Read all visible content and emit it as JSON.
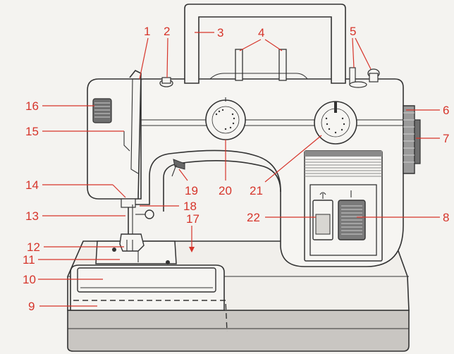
{
  "colors": {
    "callout": "#d6342a",
    "outline": "#333333",
    "body": "#f6f5f2",
    "panel_dark": "#8a8a8a",
    "base_band": "#c9c6c2"
  },
  "callouts": [
    {
      "id": "1",
      "label": "1"
    },
    {
      "id": "2",
      "label": "2"
    },
    {
      "id": "3",
      "label": "3"
    },
    {
      "id": "4",
      "label": "4"
    },
    {
      "id": "5",
      "label": "5"
    },
    {
      "id": "6",
      "label": "6"
    },
    {
      "id": "7",
      "label": "7"
    },
    {
      "id": "8",
      "label": "8"
    },
    {
      "id": "9",
      "label": "9"
    },
    {
      "id": "10",
      "label": "10"
    },
    {
      "id": "11",
      "label": "11"
    },
    {
      "id": "12",
      "label": "12"
    },
    {
      "id": "13",
      "label": "13"
    },
    {
      "id": "14",
      "label": "14"
    },
    {
      "id": "15",
      "label": "15"
    },
    {
      "id": "16",
      "label": "16"
    },
    {
      "id": "17",
      "label": "17"
    },
    {
      "id": "18",
      "label": "18"
    },
    {
      "id": "19",
      "label": "19"
    },
    {
      "id": "20",
      "label": "20"
    },
    {
      "id": "21",
      "label": "21"
    },
    {
      "id": "22",
      "label": "22"
    }
  ]
}
